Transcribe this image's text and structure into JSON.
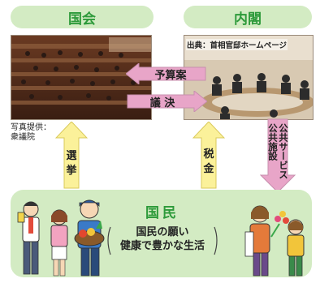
{
  "headers": {
    "diet": "国会",
    "cabinet": "内閣"
  },
  "photo_credits": {
    "cabinet": "出典：首相官邸ホームページ",
    "diet_line1": "写真提供：",
    "diet_line2": "衆議院"
  },
  "arrows": {
    "budget": "予算案",
    "resolution": "議 決",
    "election_chars": [
      "選",
      "挙"
    ],
    "tax_chars": [
      "税",
      "金"
    ],
    "public_services": "公共サービス\n公共施設"
  },
  "people": {
    "title": "国民",
    "line1": "国民の願い",
    "line2": "健康で豊かな生活"
  },
  "colors": {
    "header_bg": "#d3ebc3",
    "header_text": "#2d9a3a",
    "arrow_pink": "#e8a5c8",
    "arrow_yellow": "#fbf19a",
    "arrow_stroke": "#c78fae"
  }
}
